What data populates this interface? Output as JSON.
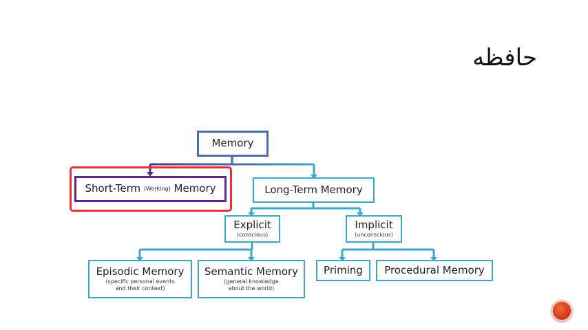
{
  "slide": {
    "title": "حافظه"
  },
  "diagram": {
    "memory": {
      "label": "Memory"
    },
    "short_term": {
      "label_part1": "Short-Term ",
      "label_note": "(Working)",
      "label_part2": " Memory"
    },
    "long_term": {
      "label": "Long-Term Memory"
    },
    "explicit": {
      "label": "Explicit",
      "sub": "(conscious)"
    },
    "implicit": {
      "label": "Implicit",
      "sub": "(unconscious)"
    },
    "episodic": {
      "label": "Episodic Memory",
      "sub_line1": "(specific personal events",
      "sub_line2": "and their context)"
    },
    "semantic": {
      "label": "Semantic Memory",
      "sub_line1": "(general knowledge",
      "sub_line2": "about the world)"
    },
    "priming": {
      "label": "Priming"
    },
    "procedural": {
      "label": "Procedural Memory"
    }
  },
  "colors": {
    "purple": "#5b2a86",
    "blue": "#3ba6c9",
    "highlight_red": "#e8303a",
    "nav_orange": "#d9441c"
  }
}
